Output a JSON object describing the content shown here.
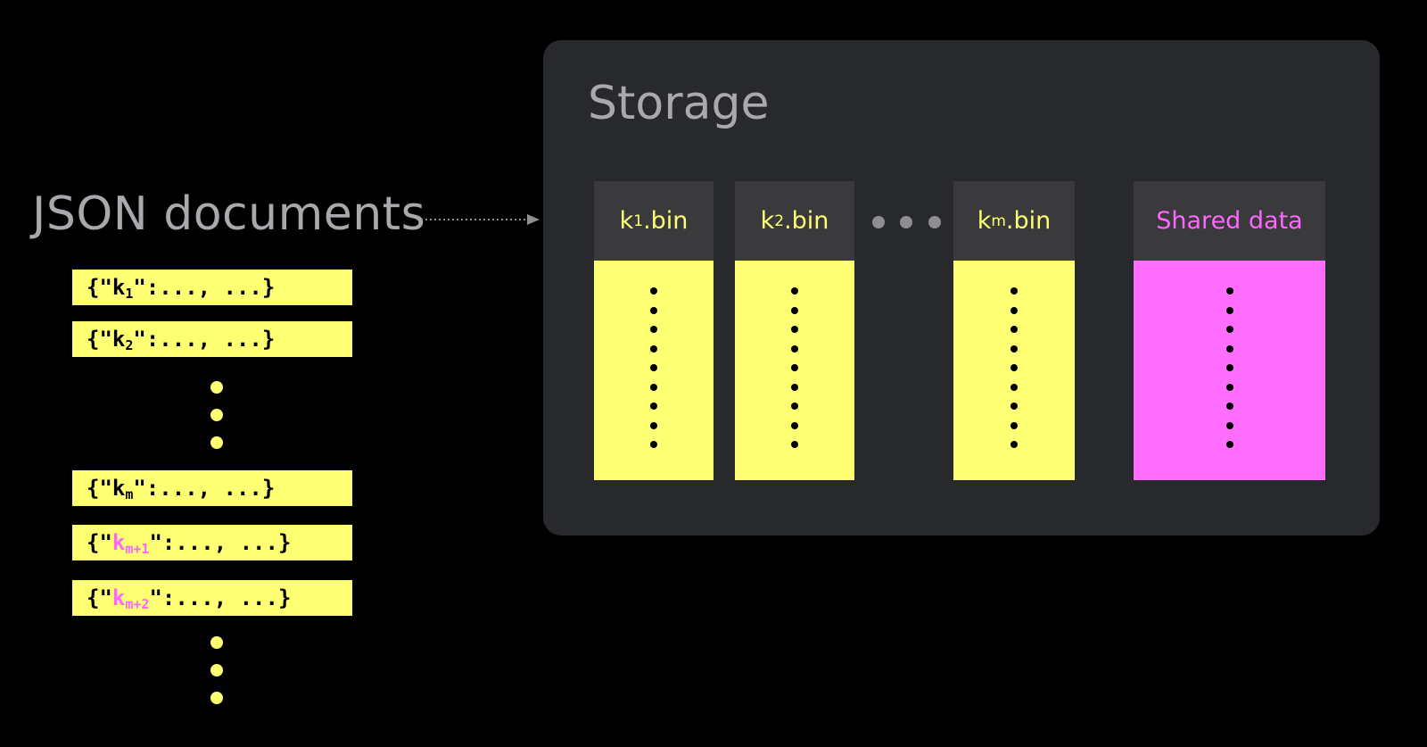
{
  "json_documents": {
    "title": "JSON documents",
    "docs": [
      {
        "prefix": "{\"",
        "key": "k",
        "sub": "1",
        "suffix": "\":..., ...}",
        "highlight": false
      },
      {
        "prefix": "{\"",
        "key": "k",
        "sub": "2",
        "suffix": "\":..., ...}",
        "highlight": false
      },
      {
        "prefix": "{\"",
        "key": "k",
        "sub": "m",
        "suffix": "\":..., ...}",
        "highlight": false
      },
      {
        "prefix": "{\"",
        "key": "k",
        "sub": "m+1",
        "suffix": "\":..., ...}",
        "highlight": true
      },
      {
        "prefix": "{\"",
        "key": "k",
        "sub": "m+2",
        "suffix": "\":..., ...}",
        "highlight": true
      }
    ]
  },
  "storage": {
    "title": "Storage",
    "columns": [
      {
        "name": "k",
        "sub": "1",
        "ext": ".bin"
      },
      {
        "name": "k",
        "sub": "2",
        "ext": ".bin"
      },
      {
        "name": "k",
        "sub": "m",
        "ext": ".bin"
      }
    ],
    "shared": {
      "label": "Shared data"
    }
  },
  "colors": {
    "background": "#000000",
    "panel": "#28292d",
    "column_header": "#3a3a3c",
    "yellow": "#ffff73",
    "magenta": "#ff66ff",
    "muted_text": "#a8a8ad"
  }
}
